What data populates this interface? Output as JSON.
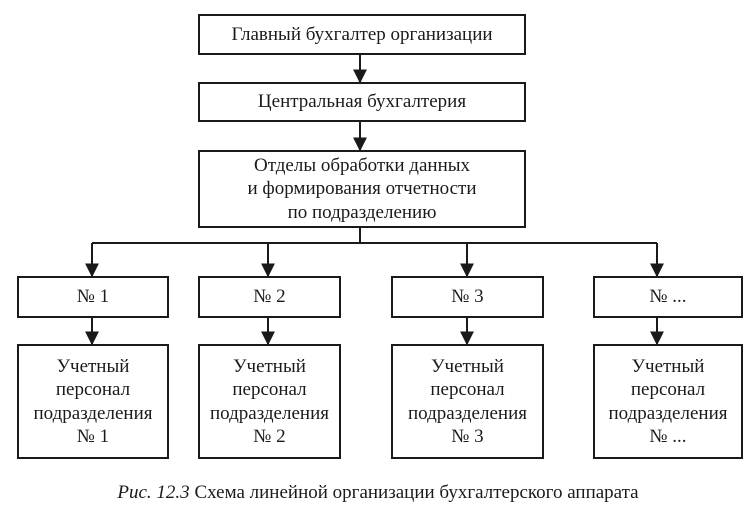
{
  "diagram": {
    "top": "Главный бухгалтер организации",
    "central": "Центральная бухгалтерия",
    "departments_lines": [
      "Отделы обработки данных",
      "и формирования отчетности",
      "по подразделению"
    ],
    "units": [
      {
        "label": "№ 1",
        "staff_lines": [
          "Учетный",
          "персонал",
          "подразделения",
          "№ 1"
        ]
      },
      {
        "label": "№ 2",
        "staff_lines": [
          "Учетный",
          "персонал",
          "подразделения",
          "№ 2"
        ]
      },
      {
        "label": "№ 3",
        "staff_lines": [
          "Учетный",
          "персонал",
          "подразделения",
          "№ 3"
        ]
      },
      {
        "label": "№ ...",
        "staff_lines": [
          "Учетный",
          "персонал",
          "подразделения",
          "№ ..."
        ]
      }
    ]
  },
  "caption": {
    "figure_number": "Рис. 12.3",
    "text": "Схема линейной организации бухгалтерского аппарата"
  }
}
